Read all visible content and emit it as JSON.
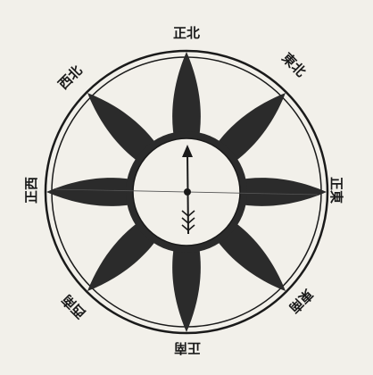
{
  "diagram": {
    "directions": [
      {
        "id": "n",
        "label": "正北"
      },
      {
        "id": "ne",
        "label": "東北"
      },
      {
        "id": "e",
        "label": "正東"
      },
      {
        "id": "se",
        "label": "東南"
      },
      {
        "id": "s",
        "label": "正南"
      },
      {
        "id": "sw",
        "label": "西南"
      },
      {
        "id": "w",
        "label": "正西"
      },
      {
        "id": "nw",
        "label": "西北"
      }
    ],
    "petal_count": 8,
    "colors": {
      "ink": "#1e1e1e",
      "paper": "#f2f0ea",
      "petal": "#2b2b2b",
      "ring": "#1a1a1a"
    }
  }
}
